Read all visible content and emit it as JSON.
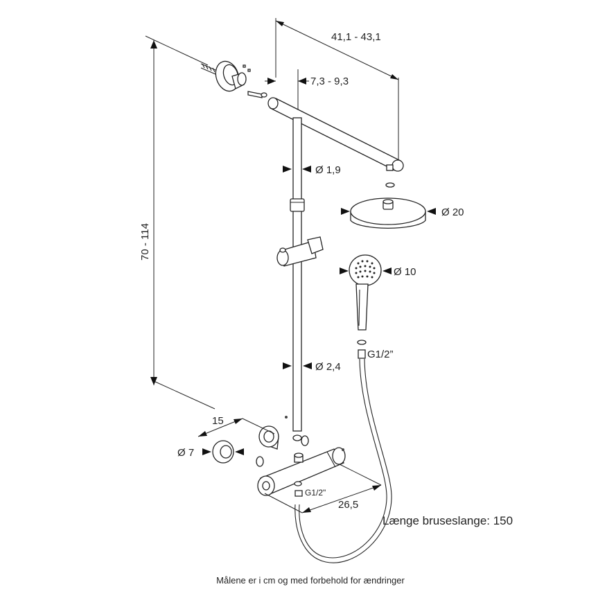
{
  "dimensions": {
    "total_width": "41,1 - 43,1",
    "arm_offset": "7,3 - 9,3",
    "height": "70 - 114",
    "arm_diameter": "Ø 1,9",
    "headshower_diameter": "Ø 20",
    "handshower_diameter": "Ø 10",
    "riser_diameter": "Ø 2,4",
    "hose_thread": "G1/2”",
    "wall_spacing": "15",
    "wall_flange_diameter": "Ø 7",
    "inlet_thread": "G1/2\"",
    "mixer_width": "26,5"
  },
  "hose_length_label": "Længe bruseslange: 150",
  "caption": "Målene er i cm og med forbehold for ændringer"
}
